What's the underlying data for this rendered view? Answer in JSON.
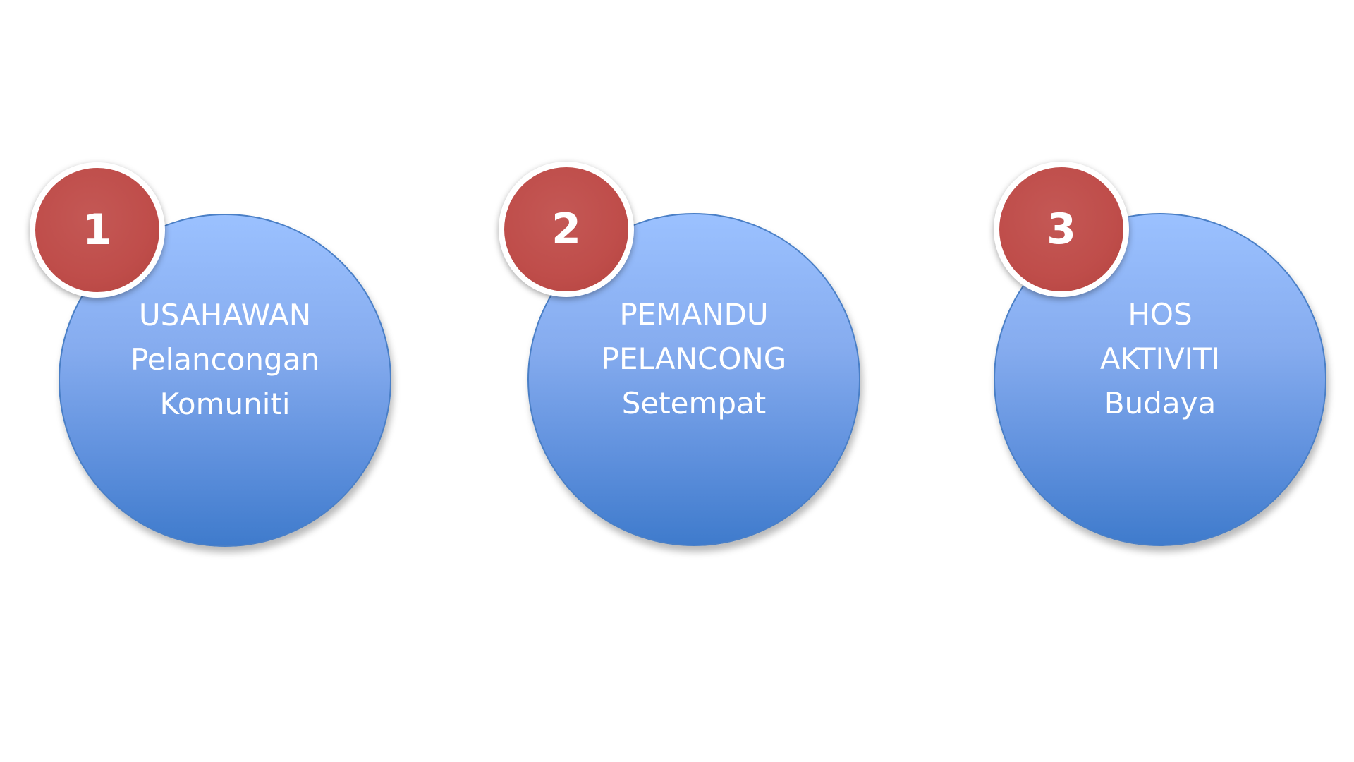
{
  "colors": {
    "background": "#ffffff",
    "main_circle_top": "#9bc1ff",
    "main_circle_bottom": "#3f7bcc",
    "main_circle_border": "#4a7fc6",
    "badge_fill": "#bf4d4a",
    "badge_border": "#ffffff",
    "text": "#ffffff"
  },
  "steps": [
    {
      "number": "1",
      "lines": [
        "USAHAWAN",
        "Pelancongan",
        "Komuniti"
      ]
    },
    {
      "number": "2",
      "lines": [
        "PEMANDU",
        "PELANCONG",
        "Setempat"
      ]
    },
    {
      "number": "3",
      "lines": [
        "HOS",
        "AKTIVITI",
        "Budaya"
      ]
    }
  ]
}
